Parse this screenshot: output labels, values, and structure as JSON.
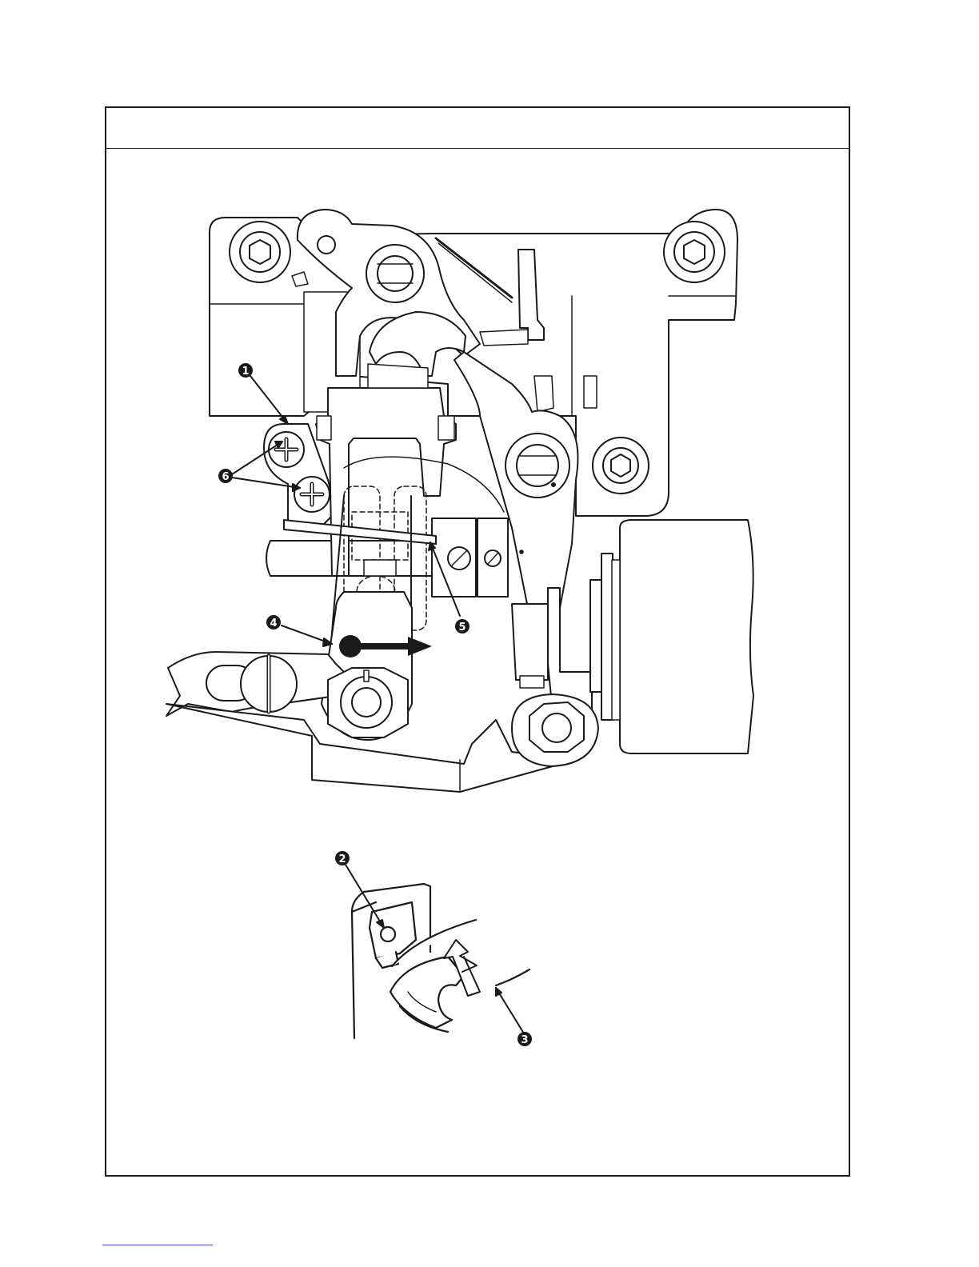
{
  "header": {
    "title": ""
  },
  "diagram_main": {
    "callouts": [
      {
        "id": "c1",
        "label": "❶",
        "num": "1"
      },
      {
        "id": "c4",
        "label": "❹",
        "num": "4"
      },
      {
        "id": "c5",
        "label": "❺",
        "num": "5"
      },
      {
        "id": "c6",
        "label": "❻",
        "num": "6"
      }
    ],
    "arrow": "push-right-arrow"
  },
  "diagram_detail": {
    "callouts": [
      {
        "id": "c2",
        "label": "❷",
        "num": "2"
      },
      {
        "id": "c3",
        "label": "❸",
        "num": "3"
      }
    ],
    "arrow": "up-arrow"
  },
  "colors": {
    "line": "#1a1a1a",
    "fill": "#ffffff",
    "footer_rule": "#3355cc"
  }
}
